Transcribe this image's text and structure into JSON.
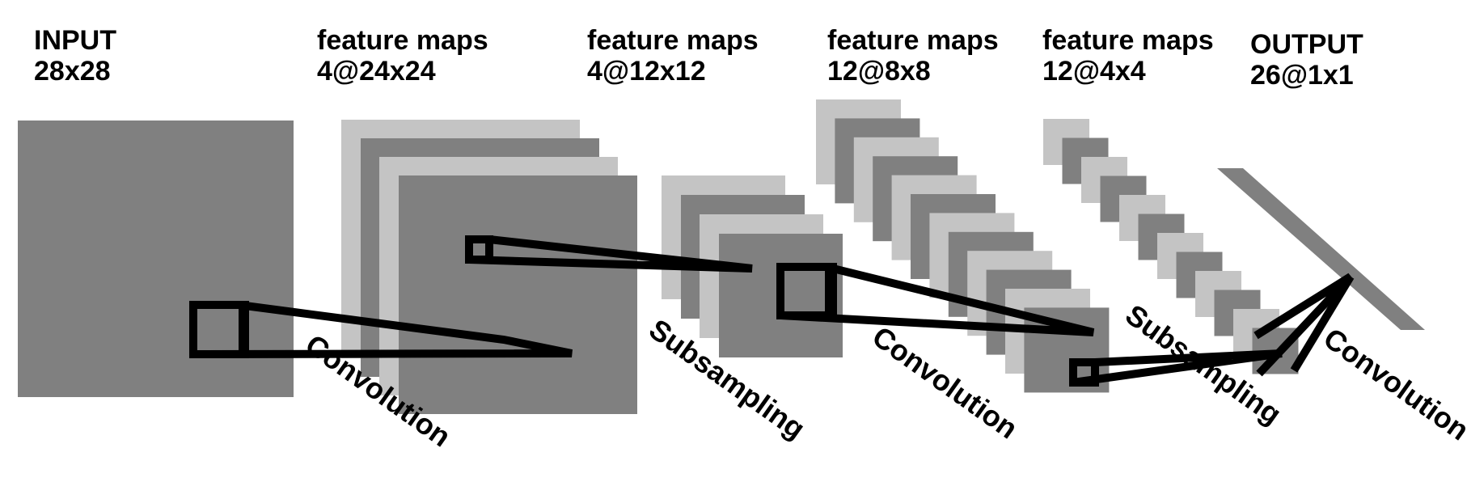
{
  "layers": [
    {
      "name": "INPUT",
      "size": "28x28"
    },
    {
      "name": "feature maps",
      "size": "4@24x24"
    },
    {
      "name": "feature maps",
      "size": "4@12x12"
    },
    {
      "name": "feature maps",
      "size": "12@8x8"
    },
    {
      "name": "feature maps",
      "size": "12@4x4"
    },
    {
      "name": "OUTPUT",
      "size": "26@1x1"
    }
  ],
  "operations": [
    "Convolution",
    "Subsampling",
    "Convolution",
    "Subsampling",
    "Convolution"
  ],
  "colors": {
    "dark_gray": "#808080",
    "light_gray": "#c4c4c4",
    "line": "#000000"
  }
}
